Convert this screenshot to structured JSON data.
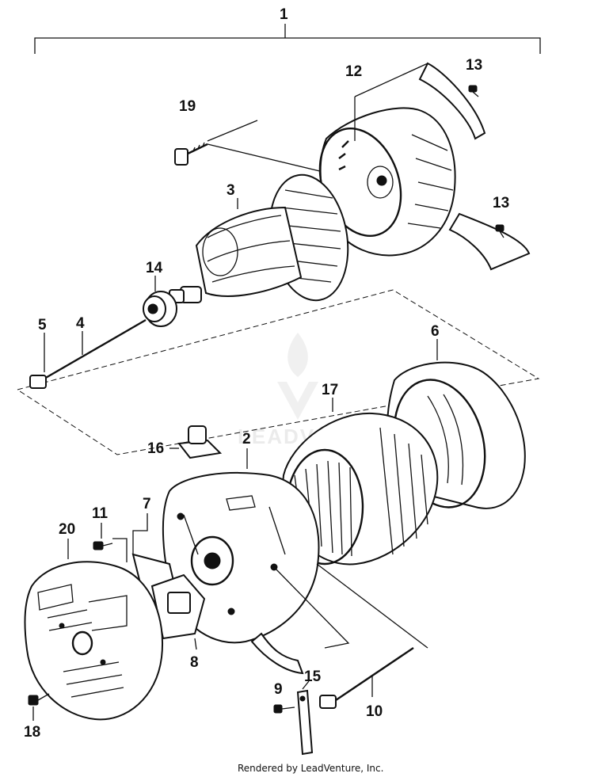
{
  "callouts": {
    "c1": "1",
    "c2": "2",
    "c3": "3",
    "c4": "4",
    "c5": "5",
    "c6": "6",
    "c7": "7",
    "c8": "8",
    "c9": "9",
    "c10": "10",
    "c11": "11",
    "c12": "12",
    "c13a": "13",
    "c13b": "13",
    "c14": "14",
    "c15": "15",
    "c16": "16",
    "c17": "17",
    "c18": "18",
    "c19": "19",
    "c20": "20"
  },
  "watermark": "LEADVENTURE",
  "credit": "Rendered by LeadVenture, Inc."
}
